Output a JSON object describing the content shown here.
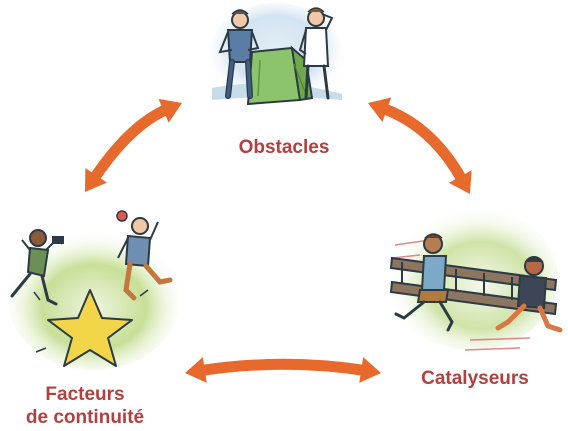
{
  "nodes": {
    "obstacles": {
      "label": "Obstacles",
      "illustration_icon": "two-people-blocked-by-obstacle-illustration"
    },
    "catalyseurs": {
      "label": "Catalyseurs",
      "illustration_icon": "two-people-carrying-ladder-illustration"
    },
    "facteurs": {
      "label_line1": "Facteurs",
      "label_line2": "de continuité",
      "illustration_icon": "two-people-jumping-over-star-illustration"
    }
  },
  "edges": [
    {
      "from": "facteurs",
      "to": "obstacles",
      "direction": "bidirectional"
    },
    {
      "from": "obstacles",
      "to": "catalyseurs",
      "direction": "bidirectional"
    },
    {
      "from": "facteurs",
      "to": "catalyseurs",
      "direction": "bidirectional"
    }
  ],
  "colors": {
    "arrow": "#e8692c",
    "label": "#b2403f",
    "glow_green": "#cfe3a6",
    "glow_blue": "#d6e6f2",
    "star": "#f3d54a"
  }
}
